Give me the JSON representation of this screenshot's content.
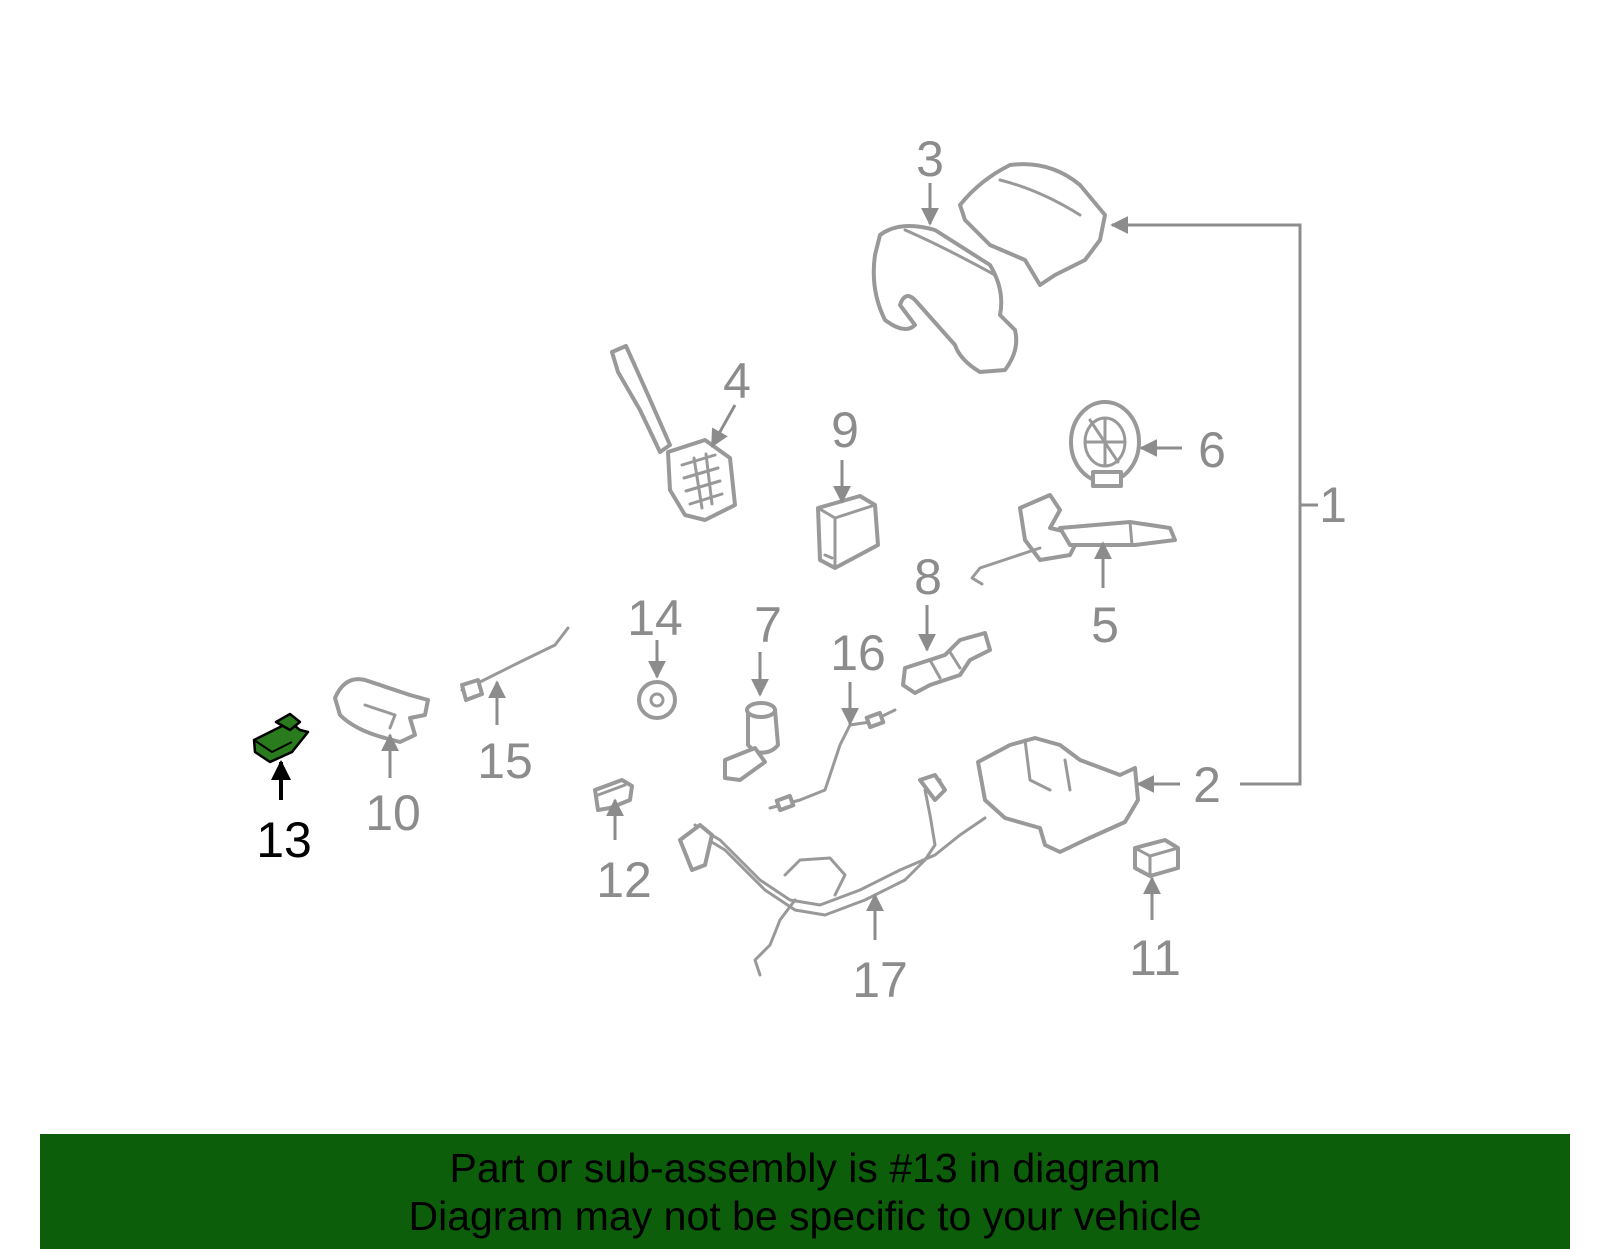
{
  "diagram": {
    "labels": {
      "p1": "1",
      "p2": "2",
      "p3": "3",
      "p4": "4",
      "p5": "5",
      "p6": "6",
      "p7": "7",
      "p8": "8",
      "p9": "9",
      "p10": "10",
      "p11": "11",
      "p12": "12",
      "p13": "13",
      "p14": "14",
      "p15": "15",
      "p16": "16",
      "p17": "17"
    },
    "highlighted_part": "13",
    "colors": {
      "highlight": "#2a7a1e",
      "parts": "#999999",
      "labels": "#8c8c8c",
      "banner": "#0d5e0a"
    }
  },
  "banner": {
    "line1": "Part or sub-assembly is #13 in diagram",
    "line2": "Diagram may not be specific to your vehicle"
  }
}
